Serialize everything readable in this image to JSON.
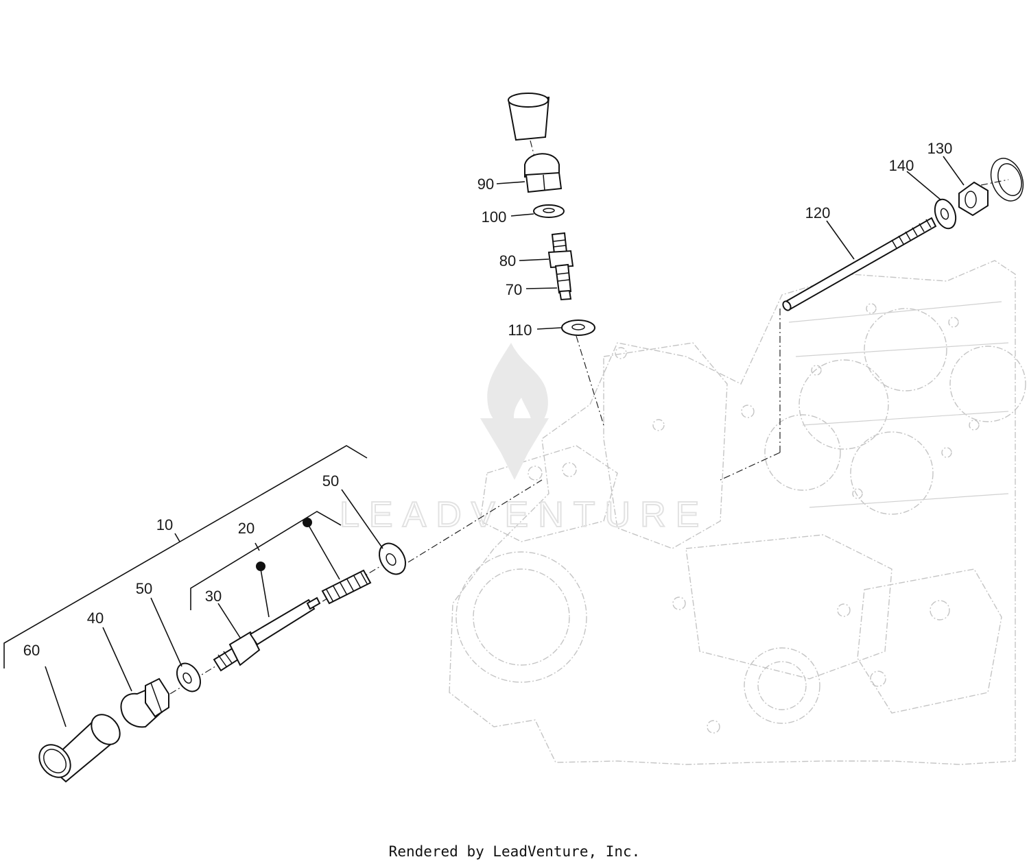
{
  "callouts": [
    {
      "id": "p10",
      "label": "10"
    },
    {
      "id": "p20",
      "label": "20"
    },
    {
      "id": "p30",
      "label": "30"
    },
    {
      "id": "p40",
      "label": "40"
    },
    {
      "id": "p50a",
      "label": "50"
    },
    {
      "id": "p50b",
      "label": "50"
    },
    {
      "id": "p60",
      "label": "60"
    },
    {
      "id": "p70",
      "label": "70"
    },
    {
      "id": "p80",
      "label": "80"
    },
    {
      "id": "p90",
      "label": "90"
    },
    {
      "id": "p100",
      "label": "100"
    },
    {
      "id": "p110",
      "label": "110"
    },
    {
      "id": "p120",
      "label": "120"
    },
    {
      "id": "p130",
      "label": "130"
    },
    {
      "id": "p140",
      "label": "140"
    }
  ],
  "watermark": {
    "brand": "LEADVENTURE"
  },
  "footer": {
    "credit": "Rendered by LeadVenture, Inc."
  }
}
